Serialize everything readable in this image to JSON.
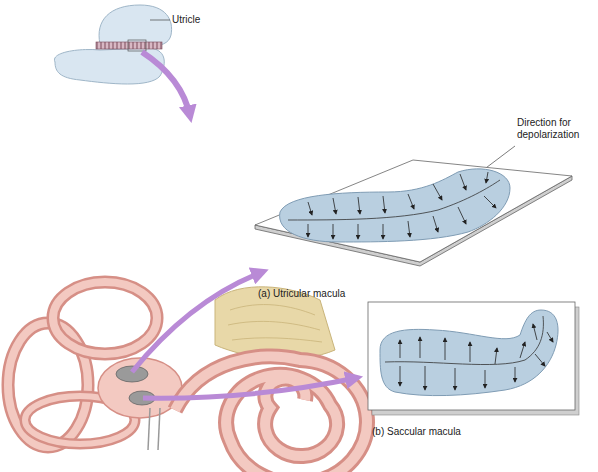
{
  "diagram": {
    "nodes": [
      {
        "text": [
          "(a) Utricular macula"
        ]
      },
      {
        "text": [
          "(b) Saccular macula"
        ]
      }
    ],
    "labels": [
      "Utricle",
      "Direction for depolarization"
    ]
  }
}
